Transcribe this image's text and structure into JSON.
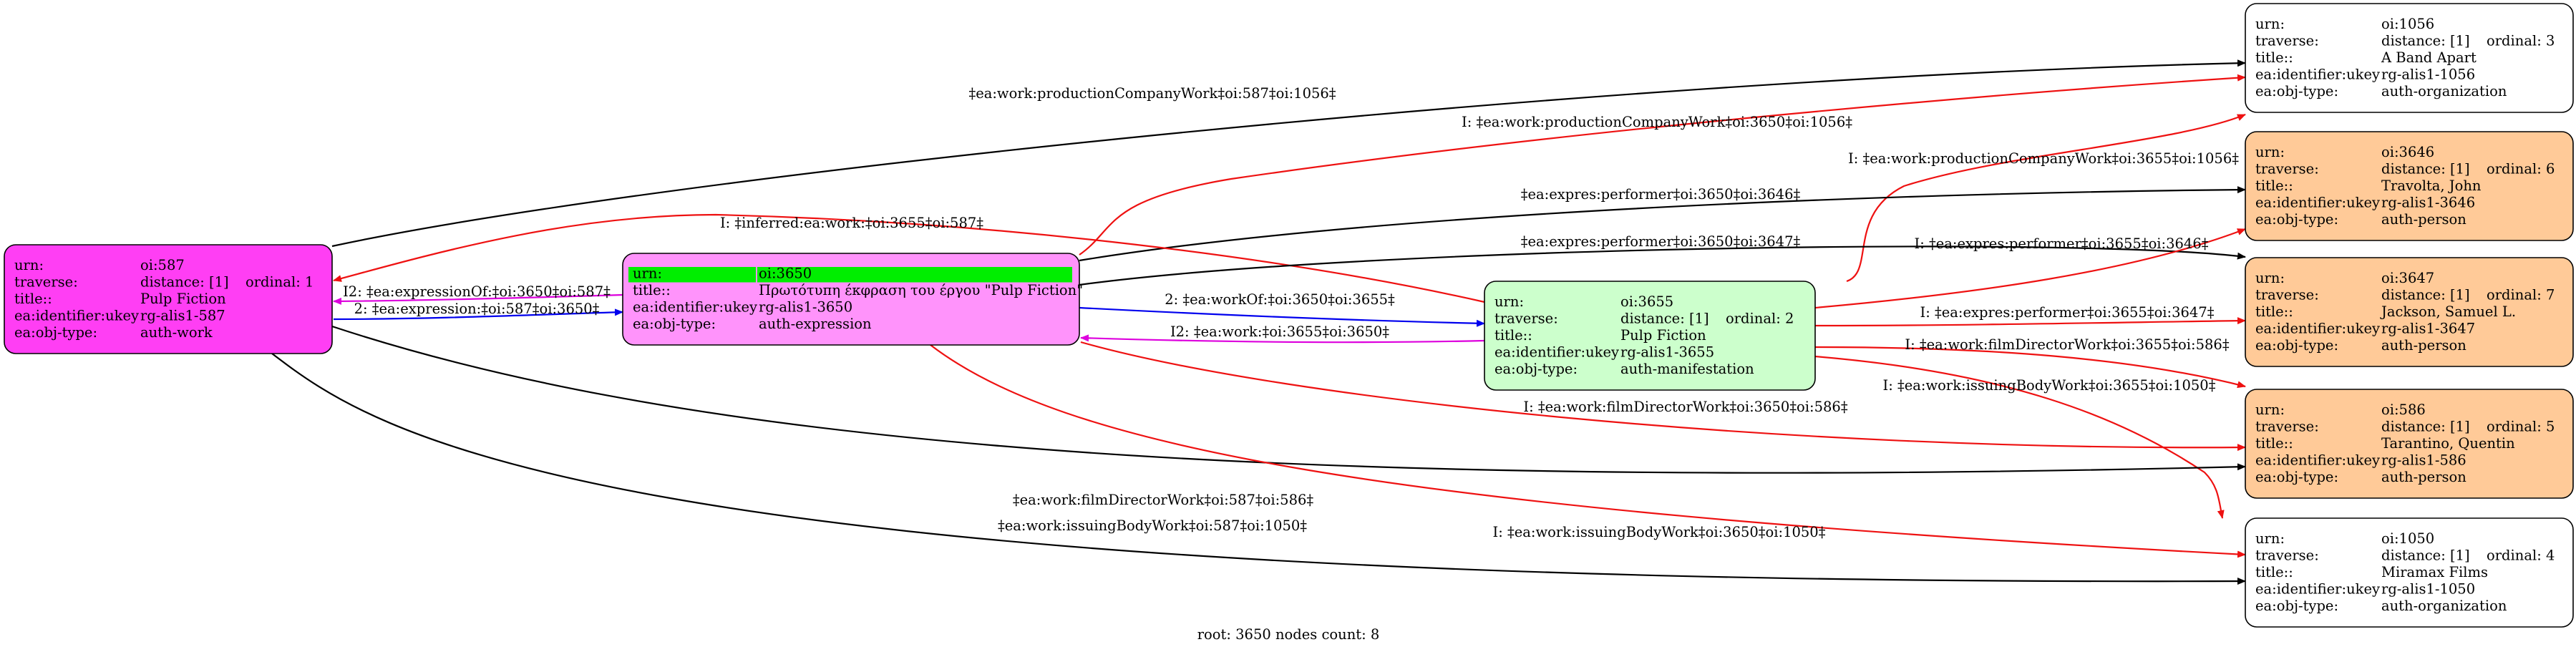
{
  "footer": "root: 3650 nodes count: 8",
  "field_labels": [
    "urn:",
    "traverse:",
    "title::",
    "ea:identifier:ukey",
    "ea:obj-type:"
  ],
  "colors": {
    "work": "#ff3ef4",
    "expression": "#ff93fb",
    "manifestation": "#ccffcc",
    "person": "#ffca98",
    "organization": "#ffffff",
    "root_highlight": "#00ee00",
    "edge_black": "#000000",
    "edge_red": "#ee1111",
    "edge_blue": "#0000ee",
    "edge_magenta": "#dd00dd"
  },
  "nodes": [
    {
      "id": "n587",
      "urn": "oi:587",
      "traverse": "distance: [1]",
      "ordinal": "ordinal: 1",
      "title": "Pulp Fiction",
      "ukey": "rg-alis1-587",
      "objtype": "auth-work",
      "kind": "work"
    },
    {
      "id": "n3650",
      "urn": "oi:3650",
      "traverse": "",
      "ordinal": "",
      "title": "Πρωτότυπη έκφραση του έργου \"Pulp Fiction\"",
      "ukey": "rg-alis1-3650",
      "objtype": "auth-expression",
      "kind": "expression",
      "root": true
    },
    {
      "id": "n3655",
      "urn": "oi:3655",
      "traverse": "distance: [1]",
      "ordinal": "ordinal: 2",
      "title": "Pulp Fiction",
      "ukey": "rg-alis1-3655",
      "objtype": "auth-manifestation",
      "kind": "manifestation"
    },
    {
      "id": "n1056",
      "urn": "oi:1056",
      "traverse": "distance: [1]",
      "ordinal": "ordinal: 3",
      "title": "A Band Apart",
      "ukey": "rg-alis1-1056",
      "objtype": "auth-organization",
      "kind": "organization"
    },
    {
      "id": "n3646",
      "urn": "oi:3646",
      "traverse": "distance: [1]",
      "ordinal": "ordinal: 6",
      "title": "Travolta, John",
      "ukey": "rg-alis1-3646",
      "objtype": "auth-person",
      "kind": "person"
    },
    {
      "id": "n3647",
      "urn": "oi:3647",
      "traverse": "distance: [1]",
      "ordinal": "ordinal: 7",
      "title": "Jackson, Samuel L.",
      "ukey": "rg-alis1-3647",
      "objtype": "auth-person",
      "kind": "person"
    },
    {
      "id": "n586",
      "urn": "oi:586",
      "traverse": "distance: [1]",
      "ordinal": "ordinal: 5",
      "title": "Tarantino, Quentin",
      "ukey": "rg-alis1-586",
      "objtype": "auth-person",
      "kind": "person"
    },
    {
      "id": "n1050",
      "urn": "oi:1050",
      "traverse": "distance: [1]",
      "ordinal": "ordinal: 4",
      "title": "Miramax Films",
      "ukey": "rg-alis1-1050",
      "objtype": "auth-organization",
      "kind": "organization"
    }
  ],
  "edges": [
    {
      "label": "‡ea:work:productionCompanyWork‡oi:587‡oi:1056‡",
      "color": "edge_black"
    },
    {
      "label": "I: ‡ea:work:productionCompanyWork‡oi:3650‡oi:1056‡",
      "color": "edge_red"
    },
    {
      "label": "I: ‡ea:work:productionCompanyWork‡oi:3655‡oi:1056‡",
      "color": "edge_red"
    },
    {
      "label": "‡ea:expres:performer‡oi:3650‡oi:3646‡",
      "color": "edge_black"
    },
    {
      "label": "I: ‡inferred:ea:work:‡oi:3655‡oi:587‡",
      "color": "edge_red"
    },
    {
      "label": "‡ea:expres:performer‡oi:3650‡oi:3647‡",
      "color": "edge_black"
    },
    {
      "label": "I: ‡ea:expres:performer‡oi:3655‡oi:3646‡",
      "color": "edge_red"
    },
    {
      "label": "I2: ‡ea:expressionOf:‡oi:3650‡oi:587‡",
      "color": "edge_magenta"
    },
    {
      "label": "2: ‡ea:expression:‡oi:587‡oi:3650‡",
      "color": "edge_blue"
    },
    {
      "label": "2: ‡ea:workOf:‡oi:3650‡oi:3655‡",
      "color": "edge_blue"
    },
    {
      "label": "I: ‡ea:expres:performer‡oi:3655‡oi:3647‡",
      "color": "edge_red"
    },
    {
      "label": "I2: ‡ea:work:‡oi:3655‡oi:3650‡",
      "color": "edge_magenta"
    },
    {
      "label": "I: ‡ea:work:filmDirectorWork‡oi:3655‡oi:586‡",
      "color": "edge_red"
    },
    {
      "label": "I: ‡ea:work:issuingBodyWork‡oi:3655‡oi:1050‡",
      "color": "edge_red"
    },
    {
      "label": "I: ‡ea:work:filmDirectorWork‡oi:3650‡oi:586‡",
      "color": "edge_red"
    },
    {
      "label": "‡ea:work:filmDirectorWork‡oi:587‡oi:586‡",
      "color": "edge_black"
    },
    {
      "label": "I: ‡ea:work:issuingBodyWork‡oi:3650‡oi:1050‡",
      "color": "edge_red"
    },
    {
      "label": "‡ea:work:issuingBodyWork‡oi:587‡oi:1050‡",
      "color": "edge_black"
    }
  ]
}
